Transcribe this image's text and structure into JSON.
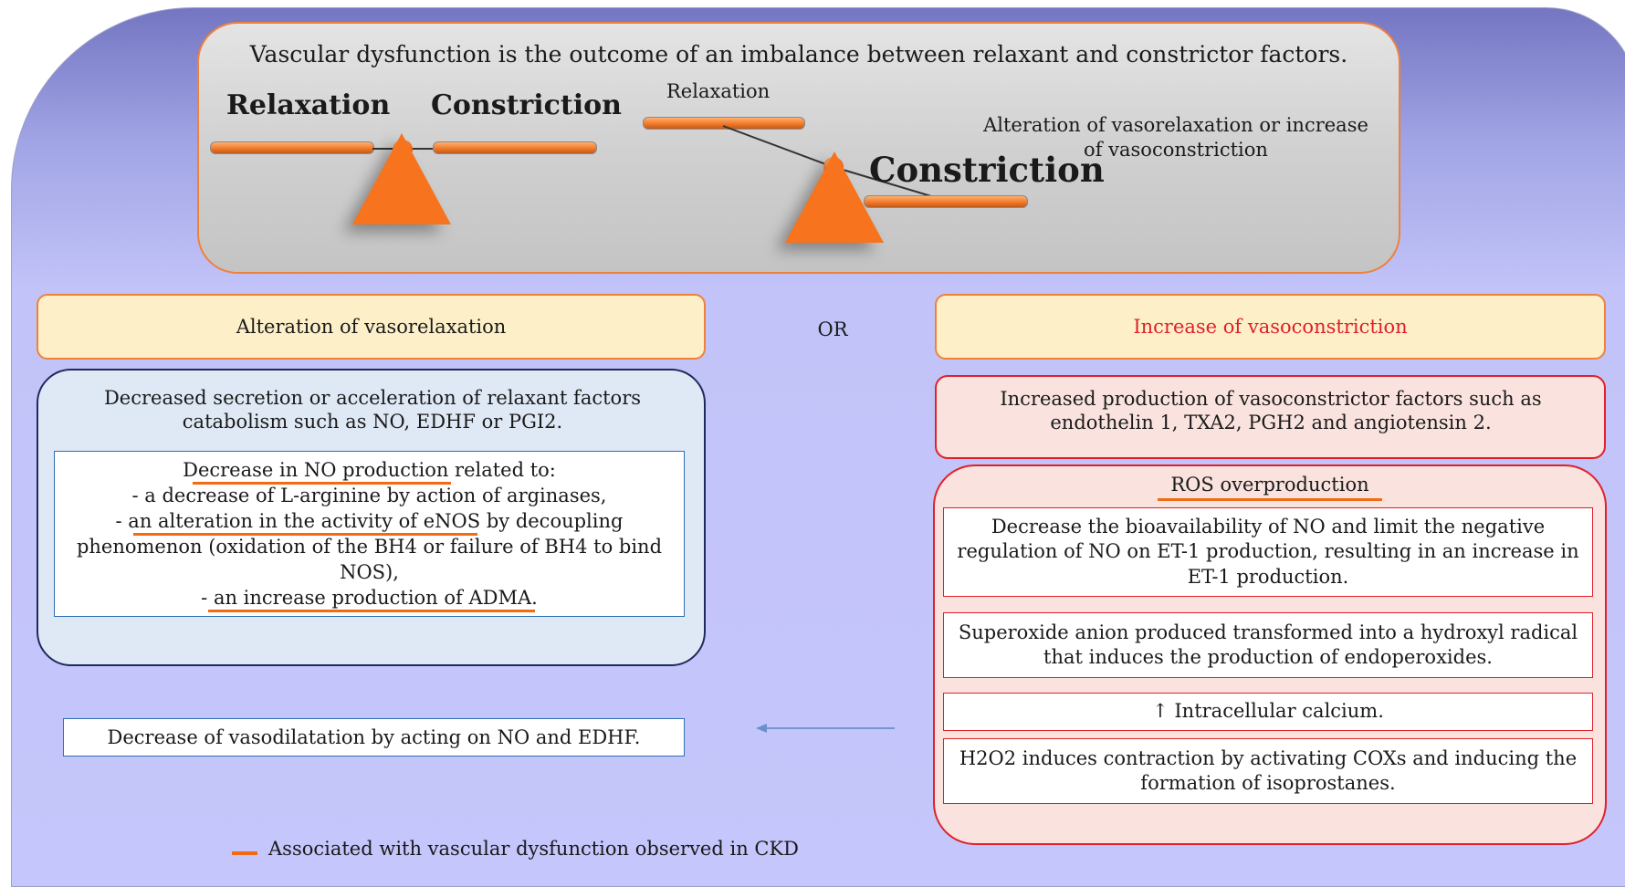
{
  "top": {
    "title": "Vascular dysfunction is the outcome of an imbalance between relaxant and constrictor factors.",
    "balanced": {
      "left_label": "Relaxation",
      "right_label": "Constriction"
    },
    "tilted": {
      "left_label": "Relaxation",
      "right_label": "Constriction"
    },
    "note": "Alteration  of vasorelaxation  or increase  of vasoconstriction"
  },
  "or_label": "OR",
  "left": {
    "header": "Alteration  of vasorelaxation",
    "description": "Decreased  secretion  or  acceleration  of relaxant  factors  catabolism such as NO, EDHF or PGI2.",
    "inner_lines": [
      "Decrease  in NO production  related to:",
      "- a decrease  of L-arginine  by action of arginases,",
      "- an alteration  in the activity  of eNOS by decoupling",
      "phenomenon  (oxidation  of the BH4 or failure of BH4 to bind",
      "NOS),",
      "- an increase  production  of ADMA."
    ],
    "vasodilatation": "Decrease  of vasodilatation  by acting on NO and EDHF."
  },
  "right": {
    "header": "Increase  of vasoconstriction",
    "header_color": "#e0202a",
    "description": "Increased  production  of vasoconstrictor  factors such as endothelin  1, TXA2,  PGH2 and angiotensin  2.",
    "ros_title": "ROS overproduction",
    "items": [
      "Decrease  the bioavailability  of NO and limit the negative regulation  of NO on ET-1 production,  resulting  in an increase  in ET-1 production.",
      "Superoxide  anion produced  transformed  into a hydroxyl radical that induces  the production  of endoperoxides.",
      "↑ Intracellular  calcium.",
      "H2O2 induces  contraction  by activating COXs and inducing  the formation  of isoprostanes."
    ]
  },
  "legend": {
    "text": "Associated  with vascular  dysfunction  observed  in CKD",
    "color": "#f26a12"
  }
}
